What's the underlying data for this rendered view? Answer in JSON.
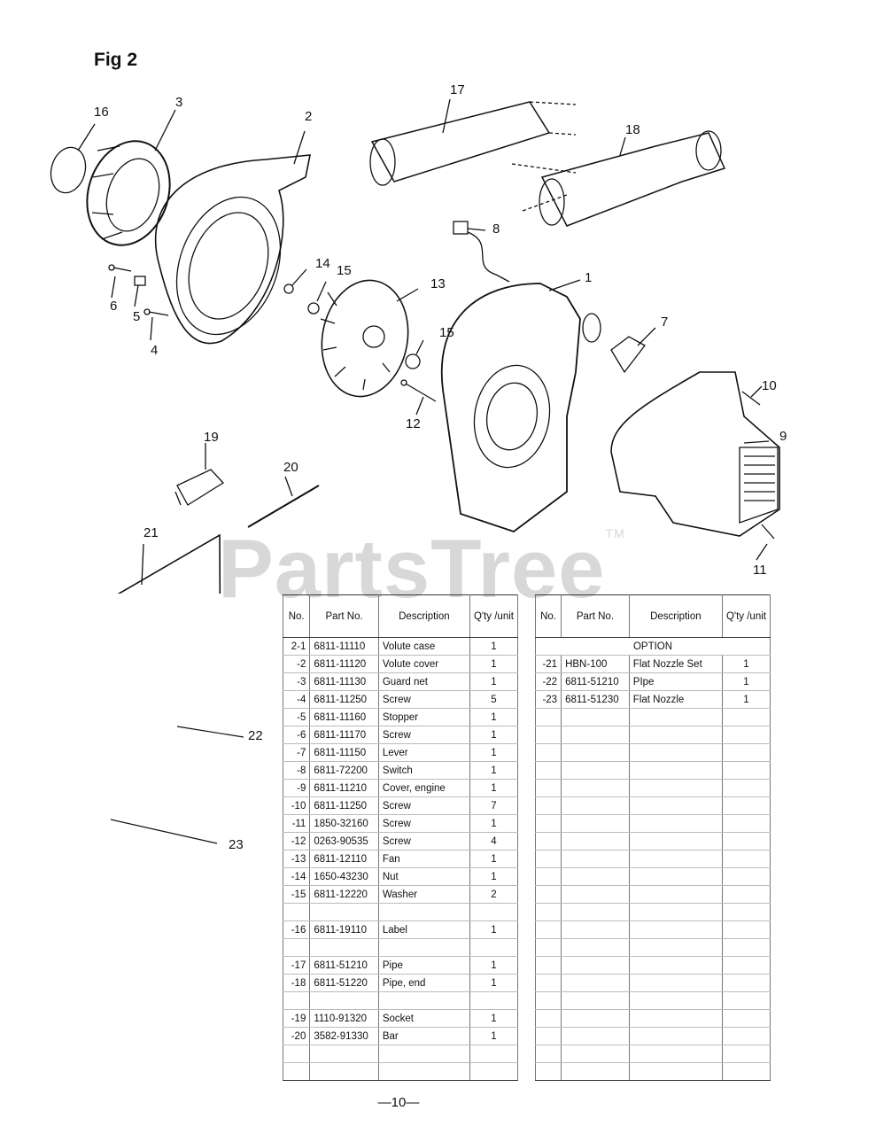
{
  "figure_title": "Fig 2",
  "watermark": "PartsTree",
  "watermark_tm": "TM",
  "callouts": [
    "1",
    "2",
    "3",
    "4",
    "5",
    "6",
    "7",
    "8",
    "9",
    "10",
    "11",
    "12",
    "13",
    "14",
    "15",
    "15",
    "16",
    "17",
    "18",
    "19",
    "20",
    "21",
    "22",
    "23"
  ],
  "table_headers": {
    "no": "No.",
    "part_no": "Part No.",
    "description": "Description",
    "qty": "Q'ty /unit"
  },
  "left_rows": [
    {
      "no": "2-1",
      "part": "6811-11110",
      "desc": "Volute  case",
      "qty": "1"
    },
    {
      "no": "-2",
      "part": "6811-11120",
      "desc": "Volute  cover",
      "qty": "1"
    },
    {
      "no": "-3",
      "part": "6811-11130",
      "desc": "Guard  net",
      "qty": "1"
    },
    {
      "no": "-4",
      "part": "6811-11250",
      "desc": "Screw",
      "qty": "5"
    },
    {
      "no": "-5",
      "part": "6811-11160",
      "desc": "Stopper",
      "qty": "1"
    },
    {
      "no": "-6",
      "part": "6811-11170",
      "desc": "Screw",
      "qty": "1"
    },
    {
      "no": "-7",
      "part": "6811-11150",
      "desc": "Lever",
      "qty": "1"
    },
    {
      "no": "-8",
      "part": "6811-72200",
      "desc": "Switch",
      "qty": "1"
    },
    {
      "no": "-9",
      "part": "6811-11210",
      "desc": "Cover,  engine",
      "qty": "1"
    },
    {
      "no": "-10",
      "part": "6811-11250",
      "desc": "Screw",
      "qty": "7"
    },
    {
      "no": "-11",
      "part": "1850-32160",
      "desc": "Screw",
      "qty": "1"
    },
    {
      "no": "-12",
      "part": "0263-90535",
      "desc": "Screw",
      "qty": "4"
    },
    {
      "no": "-13",
      "part": "6811-12110",
      "desc": "Fan",
      "qty": "1"
    },
    {
      "no": "-14",
      "part": "1650-43230",
      "desc": "Nut",
      "qty": "1"
    },
    {
      "no": "-15",
      "part": "6811-12220",
      "desc": "Washer",
      "qty": "2"
    },
    {
      "no": "",
      "part": "",
      "desc": "",
      "qty": ""
    },
    {
      "no": "-16",
      "part": "6811-19110",
      "desc": "Label",
      "qty": "1"
    },
    {
      "no": "",
      "part": "",
      "desc": "",
      "qty": ""
    },
    {
      "no": "-17",
      "part": "6811-51210",
      "desc": "Pipe",
      "qty": "1"
    },
    {
      "no": "-18",
      "part": "6811-51220",
      "desc": "Pipe,  end",
      "qty": "1"
    },
    {
      "no": "",
      "part": "",
      "desc": "",
      "qty": ""
    },
    {
      "no": "-19",
      "part": "1110-91320",
      "desc": "Socket",
      "qty": "1"
    },
    {
      "no": "-20",
      "part": "3582-91330",
      "desc": "Bar",
      "qty": "1"
    },
    {
      "no": "",
      "part": "",
      "desc": "",
      "qty": ""
    },
    {
      "no": "",
      "part": "",
      "desc": "",
      "qty": ""
    }
  ],
  "right_option_label": "OPTION",
  "right_rows": [
    {
      "no": "-21",
      "part": "HBN-100",
      "desc": "Flat Nozzle Set",
      "qty": "1"
    },
    {
      "no": "-22",
      "part": "6811-51210",
      "desc": "PIpe",
      "qty": "1"
    },
    {
      "no": "-23",
      "part": "6811-51230",
      "desc": "Flat Nozzle",
      "qty": "1"
    },
    {
      "no": "",
      "part": "",
      "desc": "",
      "qty": ""
    },
    {
      "no": "",
      "part": "",
      "desc": "",
      "qty": ""
    },
    {
      "no": "",
      "part": "",
      "desc": "",
      "qty": ""
    },
    {
      "no": "",
      "part": "",
      "desc": "",
      "qty": ""
    },
    {
      "no": "",
      "part": "",
      "desc": "",
      "qty": ""
    },
    {
      "no": "",
      "part": "",
      "desc": "",
      "qty": ""
    },
    {
      "no": "",
      "part": "",
      "desc": "",
      "qty": ""
    },
    {
      "no": "",
      "part": "",
      "desc": "",
      "qty": ""
    },
    {
      "no": "",
      "part": "",
      "desc": "",
      "qty": ""
    },
    {
      "no": "",
      "part": "",
      "desc": "",
      "qty": ""
    },
    {
      "no": "",
      "part": "",
      "desc": "",
      "qty": ""
    },
    {
      "no": "",
      "part": "",
      "desc": "",
      "qty": ""
    },
    {
      "no": "",
      "part": "",
      "desc": "",
      "qty": ""
    },
    {
      "no": "",
      "part": "",
      "desc": "",
      "qty": ""
    },
    {
      "no": "",
      "part": "",
      "desc": "",
      "qty": ""
    },
    {
      "no": "",
      "part": "",
      "desc": "",
      "qty": ""
    },
    {
      "no": "",
      "part": "",
      "desc": "",
      "qty": ""
    },
    {
      "no": "",
      "part": "",
      "desc": "",
      "qty": ""
    },
    {
      "no": "",
      "part": "",
      "desc": "",
      "qty": ""
    },
    {
      "no": "",
      "part": "",
      "desc": "",
      "qty": ""
    },
    {
      "no": "",
      "part": "",
      "desc": "",
      "qty": ""
    }
  ],
  "page_number": "—10—"
}
